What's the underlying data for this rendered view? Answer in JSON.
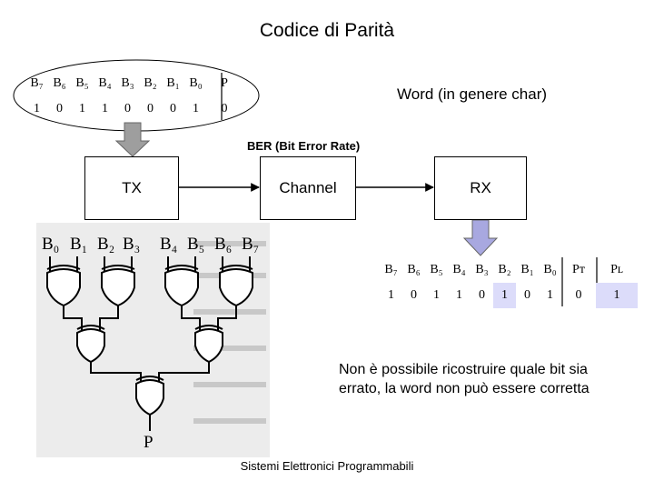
{
  "title": "Codice di Parità",
  "tx_word": {
    "headers": [
      "B₇",
      "B₆",
      "B₅",
      "B₄",
      "B₃",
      "B₂",
      "B₁",
      "B₀",
      "P"
    ],
    "values": [
      "1",
      "0",
      "1",
      "1",
      "0",
      "0",
      "0",
      "1",
      "0"
    ]
  },
  "word_label": "Word (in genere char)",
  "ber_label": "BER (Bit Error Rate)",
  "blocks": {
    "tx": "TX",
    "channel": "Channel",
    "rx": "RX"
  },
  "rx_word": {
    "headers": [
      "B₇",
      "B₆",
      "B₅",
      "B₄",
      "B₃",
      "B₂",
      "B₁",
      "B₀",
      "Pᴛ",
      "Pʟ"
    ],
    "values": [
      "1",
      "0",
      "1",
      "1",
      "0",
      "1",
      "0",
      "1",
      "0",
      "1"
    ],
    "highlighted_indices": [
      5,
      9
    ]
  },
  "circuit": {
    "inputs": [
      "B₀",
      "B₁",
      "B₂",
      "B₃",
      "B₄",
      "B₅",
      "B₆",
      "B₇"
    ],
    "output": "P"
  },
  "note_lines": [
    "Non è possibile ricostruire quale bit sia",
    "errato, la word non può essere corretta"
  ],
  "footer": "Sistemi Elettronici Programmabili"
}
